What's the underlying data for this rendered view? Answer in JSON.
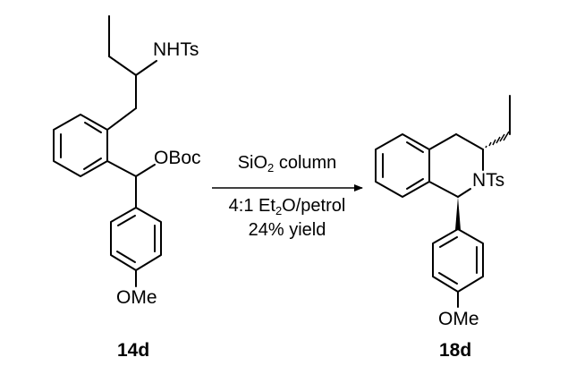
{
  "reactant": {
    "id": "14d",
    "labels": {
      "nhts": "NHTs",
      "oboc": "OBoc",
      "ome": "OMe"
    }
  },
  "product": {
    "id": "18d",
    "labels": {
      "nts": "NTs",
      "ome": "OMe"
    }
  },
  "conditions": {
    "line1_pre": "SiO",
    "line1_sub": "2",
    "line1_post": " column",
    "line2_pre": "4:1 Et",
    "line2_sub": "2",
    "line2_post": "O/petrol",
    "line3": "24% yield"
  }
}
